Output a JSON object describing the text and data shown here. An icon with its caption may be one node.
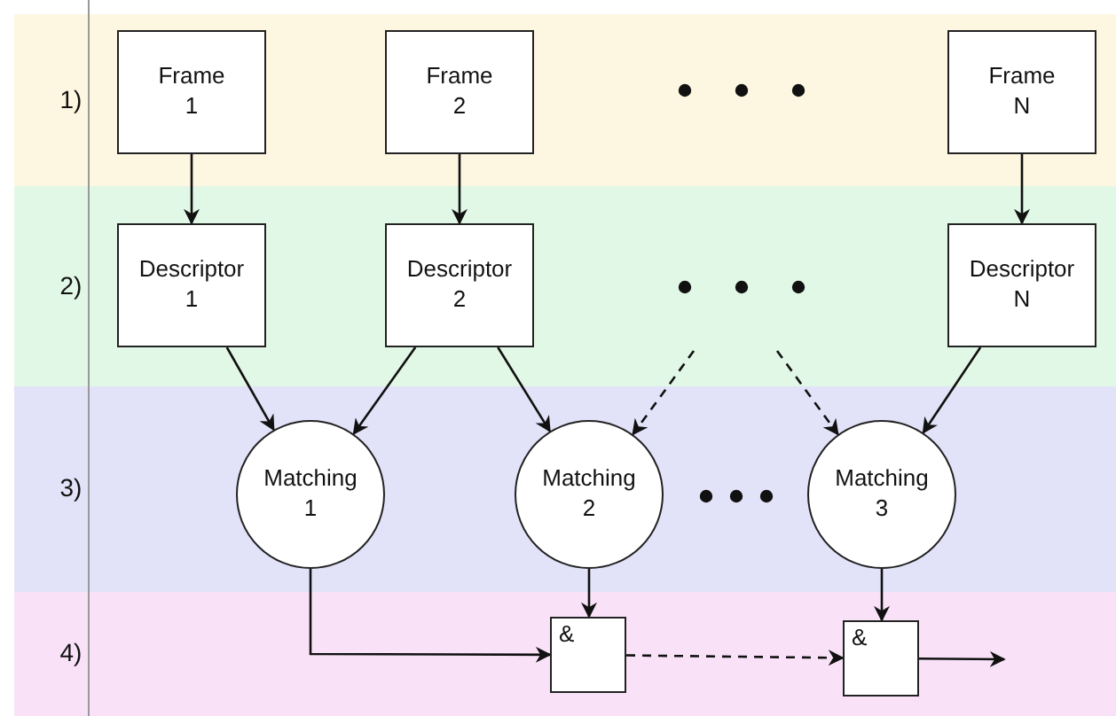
{
  "diagram": {
    "nodes": [
      {
        "text": [
          "1)"
        ]
      },
      {
        "text": [
          "Frame 1"
        ],
        "in": 0
      },
      {
        "text": [
          "Frame 2"
        ],
        "in": 0
      },
      {
        "text": [
          "Frame N"
        ],
        "in": 0
      },
      {
        "text": [
          "2)"
        ]
      },
      {
        "text": [
          "Descriptor 1"
        ],
        "in": 4
      },
      {
        "text": [
          "Descriptor 2"
        ],
        "in": 4
      },
      {
        "text": [
          "Descriptor N"
        ],
        "in": 4
      },
      {
        "text": [
          "3)"
        ]
      },
      {
        "text": [
          "Matching 1"
        ],
        "in": 8
      },
      {
        "text": [
          "Matching 2"
        ],
        "in": 8
      },
      {
        "text": [
          "Matching 3"
        ],
        "in": 8
      },
      {
        "text": [
          "4)"
        ]
      },
      {
        "text": [
          "&"
        ],
        "in": 12
      },
      {
        "text": [
          "&"
        ],
        "in": 12
      }
    ],
    "edges": [
      {
        "from": 1,
        "to": 5,
        "arrow": "to"
      },
      {
        "from": 2,
        "to": 6,
        "arrow": "to"
      },
      {
        "from": 3,
        "to": 7,
        "arrow": "to"
      },
      {
        "from": 5,
        "to": 9,
        "arrow": "to"
      },
      {
        "from": 6,
        "to": 9,
        "arrow": "to"
      },
      {
        "from": 6,
        "to": 10,
        "arrow": "to"
      },
      {
        "from": null,
        "to": 10,
        "arrow": "to",
        "style": "dashed"
      },
      {
        "from": null,
        "to": 11,
        "arrow": "to",
        "style": "dashed"
      },
      {
        "from": 7,
        "to": 11,
        "arrow": "to"
      },
      {
        "from": 9,
        "to": 13,
        "arrow": "to"
      },
      {
        "from": 10,
        "to": 13,
        "arrow": "to"
      },
      {
        "from": 13,
        "to": 14,
        "arrow": "to",
        "style": "dashed"
      },
      {
        "from": 11,
        "to": 14,
        "arrow": "to"
      },
      {
        "from": 14,
        "to": null,
        "arrow": "to"
      }
    ]
  }
}
